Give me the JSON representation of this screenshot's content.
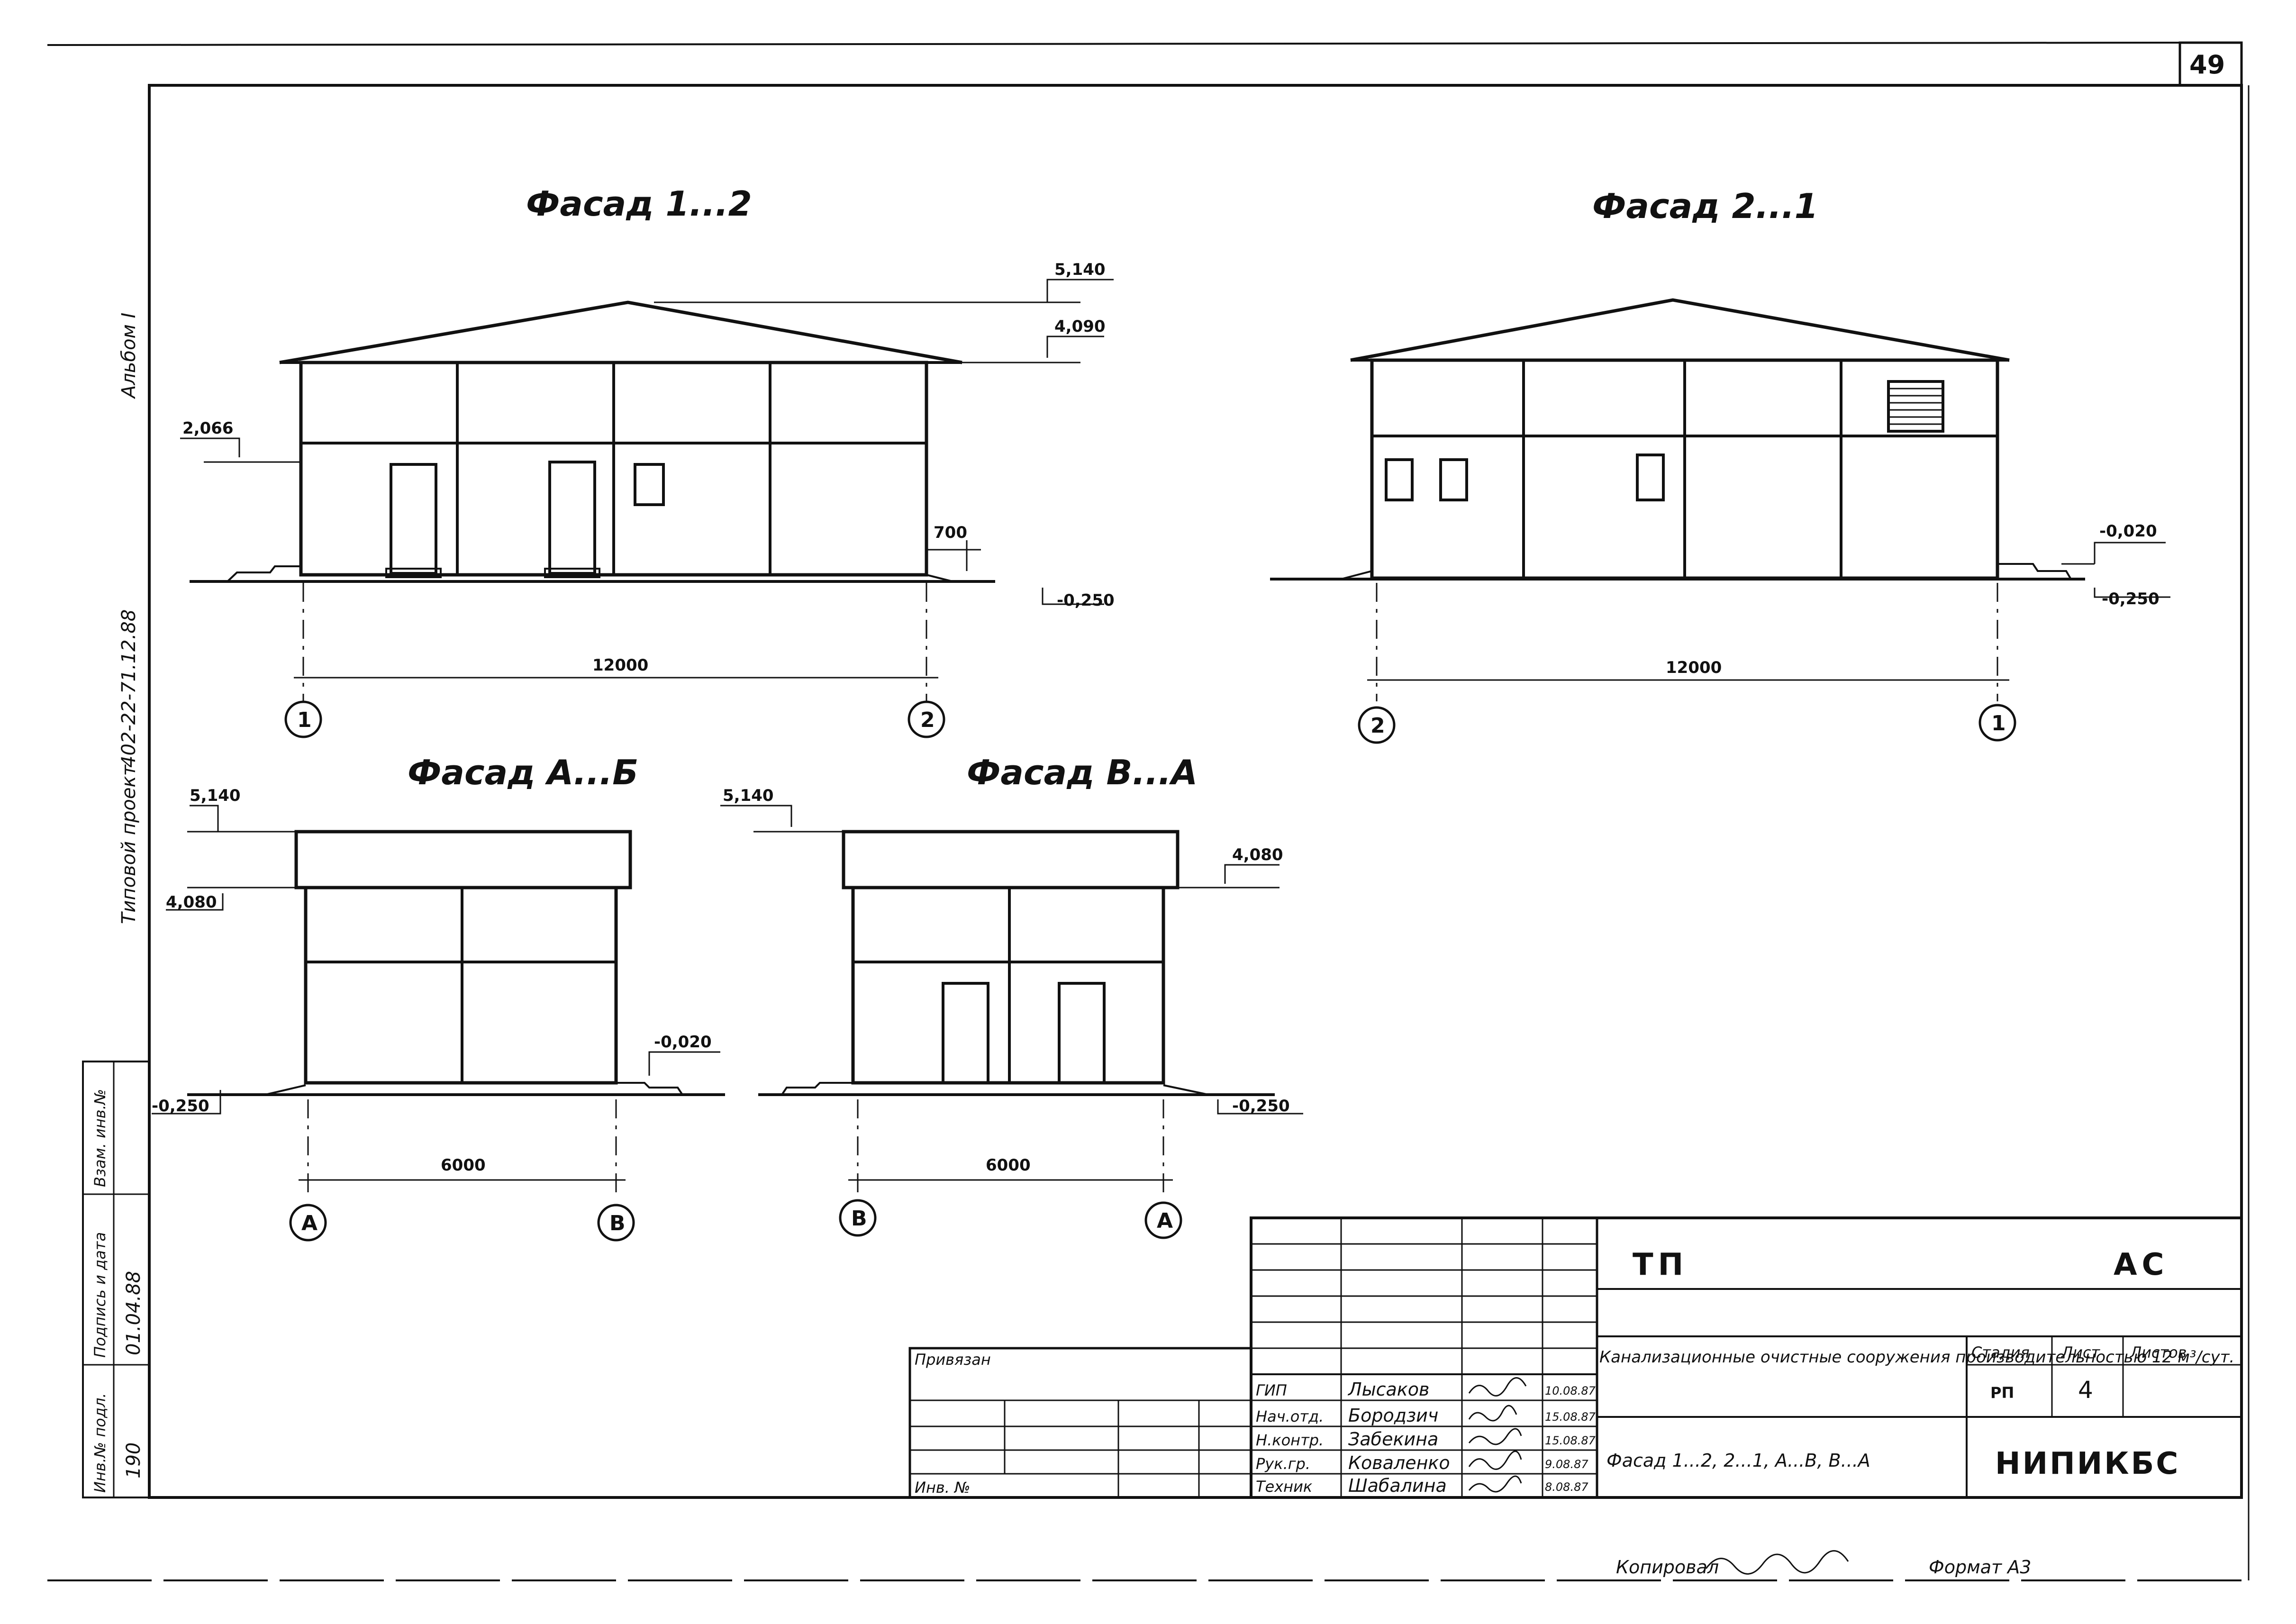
{
  "sheet_number": "49",
  "side_text": {
    "album": "Альбом I",
    "project": "Типовой проект",
    "project_code": "402-22-71.12.88"
  },
  "side_stamp": {
    "inv_podl_label": "Инв.№ подл.",
    "inv_podl_value": "190",
    "sign_date_label": "Подпись и дата",
    "sign_date_value": "01.04.88",
    "vzam_label": "Взам. инв.№"
  },
  "views": {
    "facade_1_2": {
      "title": "Фасад 1...2",
      "levels": [
        "5,140",
        "4,090",
        "2,066",
        "-0,250"
      ],
      "dim_total": "12000",
      "dim_offset": "700",
      "axes": [
        "1",
        "2"
      ]
    },
    "facade_2_1": {
      "title": "Фасад 2...1",
      "levels": [
        "-0,020",
        "-0,250"
      ],
      "dim_total": "12000",
      "axes": [
        "2",
        "1"
      ]
    },
    "facade_a_b": {
      "title": "Фасад А...Б",
      "levels": [
        "5,140",
        "4,080",
        "-0,250",
        "-0,020"
      ],
      "dim_total": "6000",
      "axes": [
        "А",
        "В"
      ]
    },
    "facade_b_a": {
      "title": "Фасад В...А",
      "levels": [
        "5,140",
        "4,080",
        "-0,250"
      ],
      "dim_total": "6000",
      "axes": [
        "В",
        "А"
      ]
    }
  },
  "stamp": {
    "project_code": "ТП",
    "section": "АС",
    "privyazan": "Привязан",
    "inv_no": "Инв. №",
    "title": "Канализационные очистные сооружения производительностью 12 м³/сут.",
    "sheet_title": "Фасад 1...2, 2...1, А...В, В...А",
    "stage_label": "Стадия",
    "sheet_label": "Лист",
    "sheets_label": "Листов",
    "stage_value": "РП",
    "sheet_value": "4",
    "organization": "НИПИКБС",
    "signatures": [
      {
        "role": "ГИП",
        "name": "Лысаков",
        "date": "10.08.87"
      },
      {
        "role": "Нач.отд.",
        "name": "Бородзич",
        "date": "15.08.87"
      },
      {
        "role": "Н.контр.",
        "name": "Забекина",
        "date": "15.08.87"
      },
      {
        "role": "Рук.гр.",
        "name": "Коваленко",
        "date": "9.08.87"
      },
      {
        "role": "Техник",
        "name": "Шабалина",
        "date": "8.08.87"
      }
    ]
  },
  "footer": {
    "copied_label": "Копировал",
    "format": "Формат А3"
  }
}
